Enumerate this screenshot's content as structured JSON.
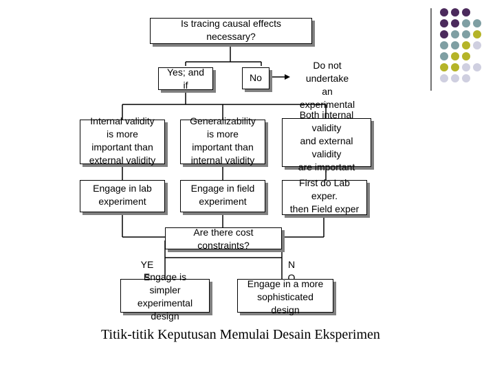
{
  "diagram": {
    "question_causal": "Is tracing causal effects\nnecessary?",
    "yes_and_if": "Yes; and\nif",
    "no": "No",
    "do_not_undertake": "Do not\nundertake\nan\nexperimental",
    "internal_more_important": "Internal validity\nis more\nimportant than\nexternal validity",
    "generalizability_more_important": "Generalizability\nis more\nimportant than\ninternal validity",
    "both_important": "Both internal\nvalidity\nand external\nvalidity\nare important",
    "engage_lab": "Engage in lab\nexperiment",
    "engage_field": "Engage in field\nexperiment",
    "first_lab_then_field": "First do Lab\nexper.\nthen Field exper",
    "question_cost": "Are there cost\nconstraints?",
    "yes_short": "YE\nS",
    "no_short": "N\nO",
    "simpler_design": "Engage is\nsimpler\nexperimental\ndesign",
    "sophisticated_design": "Engage in a more\nsophisticated\ndesign"
  },
  "caption": "Titik-titik Keputusan Memulai Desain Eksperimen",
  "colors": {
    "purple": "#4b2a5c",
    "teal": "#7f9fa3",
    "olive": "#b5b428",
    "lavender": "#cfcfe0",
    "shadow": "#808080"
  }
}
